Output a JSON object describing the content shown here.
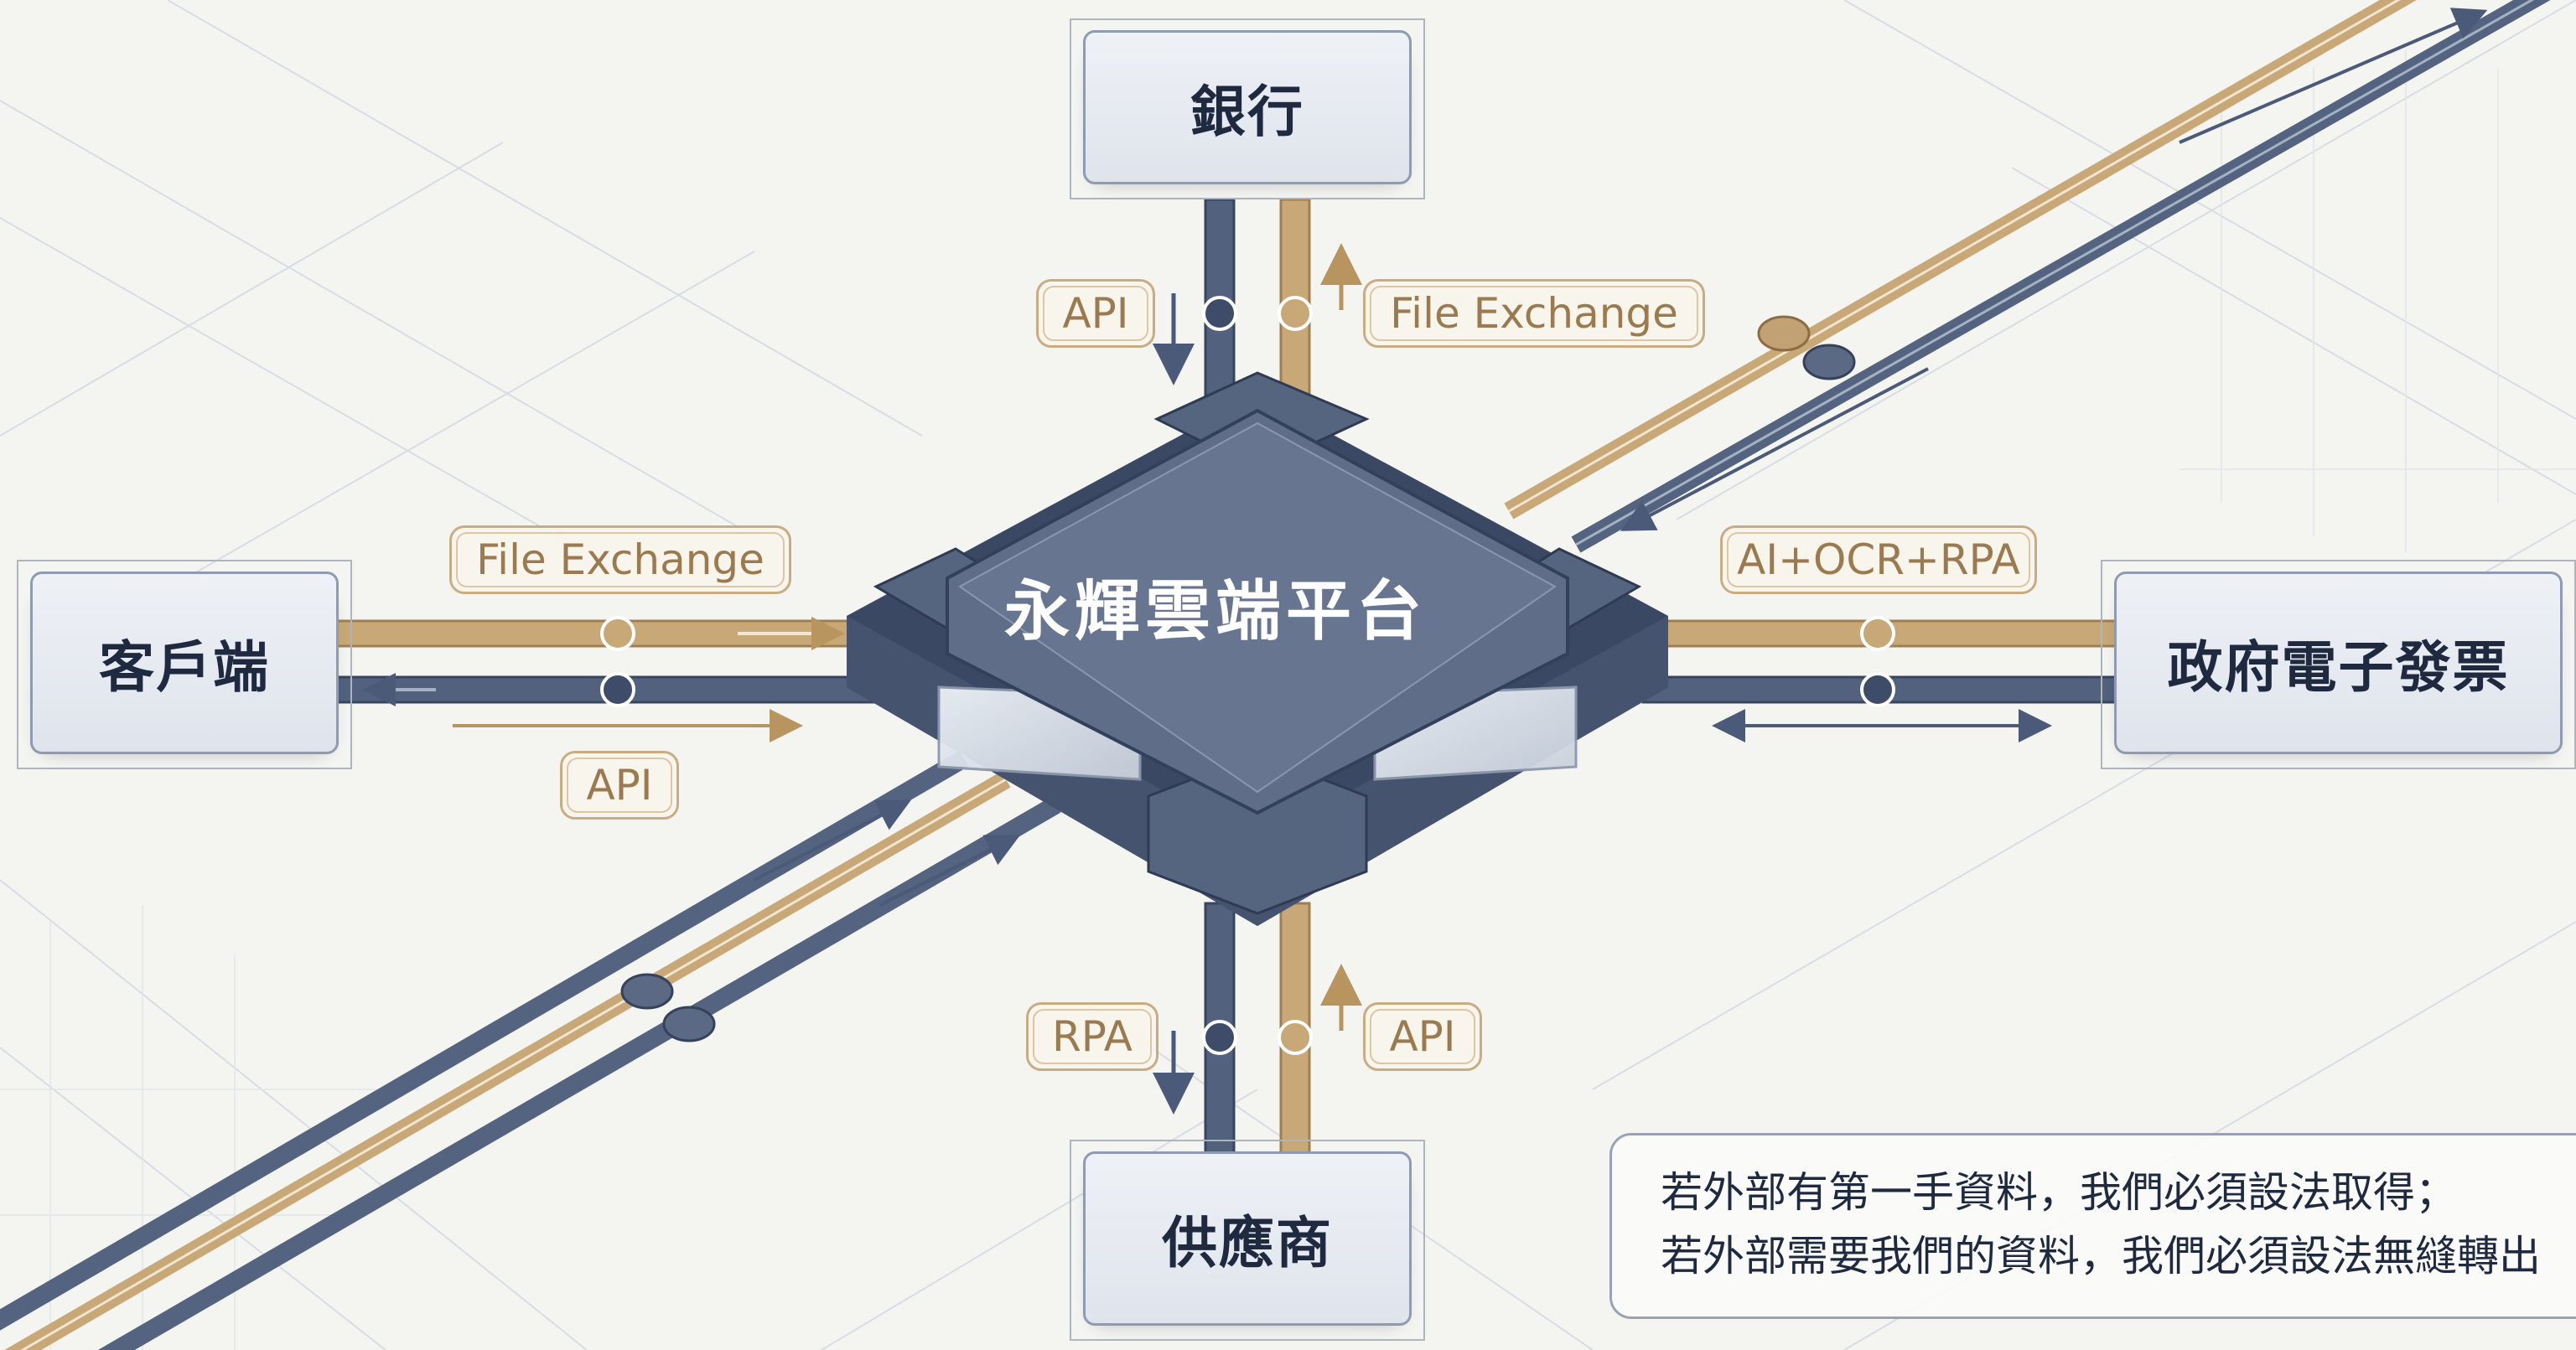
{
  "hub": {
    "title": "永輝雲端平台"
  },
  "nodes": {
    "bank": "銀行",
    "client": "客戶端",
    "government": "政府電子發票",
    "supplier": "供應商"
  },
  "links": {
    "bank_left": "API",
    "bank_right": "File Exchange",
    "client_top": "File Exchange",
    "client_bottom": "API",
    "government_top": "AI+OCR+RPA",
    "supplier_left": "RPA",
    "supplier_right": "API"
  },
  "note": {
    "line1": "若外部有第一手資料，我們必須設法取得；",
    "line2": "若外部需要我們的資料，我們必須設法無縫轉出"
  },
  "colors": {
    "navy": "#465673",
    "gold": "#c8a877",
    "background": "#f4f4f1"
  }
}
